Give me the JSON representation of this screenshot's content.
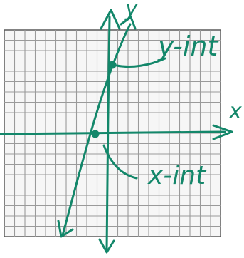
{
  "labels": {
    "y_axis": "y",
    "x_axis": "x",
    "y_intercept": "y-int",
    "x_intercept": "x-int"
  },
  "colors": {
    "ink": "#13876a",
    "grid_line": "#9a9a9a",
    "grid_border": "#5a5a5a",
    "paper": "#ffffff"
  }
}
